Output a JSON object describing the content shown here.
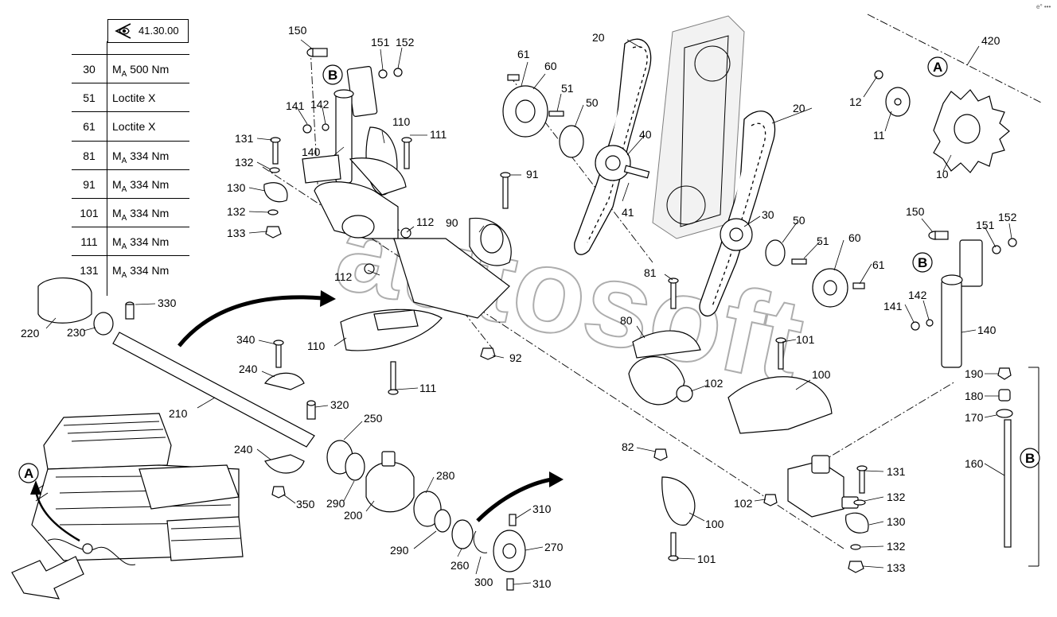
{
  "reference_code": "41.30.00",
  "corner_mark": "e° •••",
  "torque_table": [
    {
      "item": "30",
      "spec_prefix": "M",
      "spec_sub": "A",
      "spec_value": " 500 Nm"
    },
    {
      "item": "51",
      "spec_prefix": "",
      "spec_sub": "",
      "spec_value": "Loctite X"
    },
    {
      "item": "61",
      "spec_prefix": "",
      "spec_sub": "",
      "spec_value": "Loctite X"
    },
    {
      "item": "81",
      "spec_prefix": "M",
      "spec_sub": "A",
      "spec_value": " 334 Nm"
    },
    {
      "item": "91",
      "spec_prefix": "M",
      "spec_sub": "A",
      "spec_value": " 334 Nm"
    },
    {
      "item": "101",
      "spec_prefix": "M",
      "spec_sub": "A",
      "spec_value": " 334 Nm"
    },
    {
      "item": "111",
      "spec_prefix": "M",
      "spec_sub": "A",
      "spec_value": " 334 Nm"
    },
    {
      "item": "131",
      "spec_prefix": "M",
      "spec_sub": "A",
      "spec_value": " 334 Nm"
    }
  ],
  "detail_markers": [
    "A",
    "B"
  ],
  "watermark": "autosoft",
  "callouts": {
    "c150a": "150",
    "c151a": "151",
    "c152a": "152",
    "c141a": "141",
    "c142a": "142",
    "c131a": "131",
    "c132a": "132",
    "c140a": "140",
    "c130a": "130",
    "c132b": "132",
    "c133a": "133",
    "c110a": "110",
    "c111a": "111",
    "c112a": "112",
    "c112b": "112",
    "c90": "90",
    "c91": "91",
    "c61a": "61",
    "c60a": "60",
    "c51a": "51",
    "c50a": "50",
    "c20a": "20",
    "c40": "40",
    "c41": "41",
    "c20b": "20",
    "c30": "30",
    "c50b": "50",
    "c51b": "51",
    "c60b": "60",
    "c61b": "61",
    "c12": "12",
    "c11": "11",
    "c10": "10",
    "c420": "420",
    "c150b": "150",
    "c151b": "151",
    "c152b": "152",
    "c141b": "141",
    "c142b": "142",
    "c140b": "140",
    "c190": "190",
    "c180": "180",
    "c170": "170",
    "c160": "160",
    "c220": "220",
    "c230": "230",
    "c330": "330",
    "c340": "340",
    "c110b": "110",
    "c111b": "111",
    "c92": "92",
    "c81": "81",
    "c80": "80",
    "c101a": "101",
    "c100a": "100",
    "c102a": "102",
    "c82": "82",
    "c102b": "102",
    "c100b": "100",
    "c101b": "101",
    "c131b": "131",
    "c132c": "132",
    "c130b": "130",
    "c132d": "132",
    "c133b": "133",
    "c240a": "240",
    "c210": "210",
    "c320": "320",
    "c250": "250",
    "c240b": "240",
    "c290a": "290",
    "c350": "350",
    "c200": "200",
    "c280": "280",
    "c290b": "290",
    "c260": "260",
    "c300": "300",
    "c310a": "310",
    "c310b": "310",
    "c270": "270"
  }
}
